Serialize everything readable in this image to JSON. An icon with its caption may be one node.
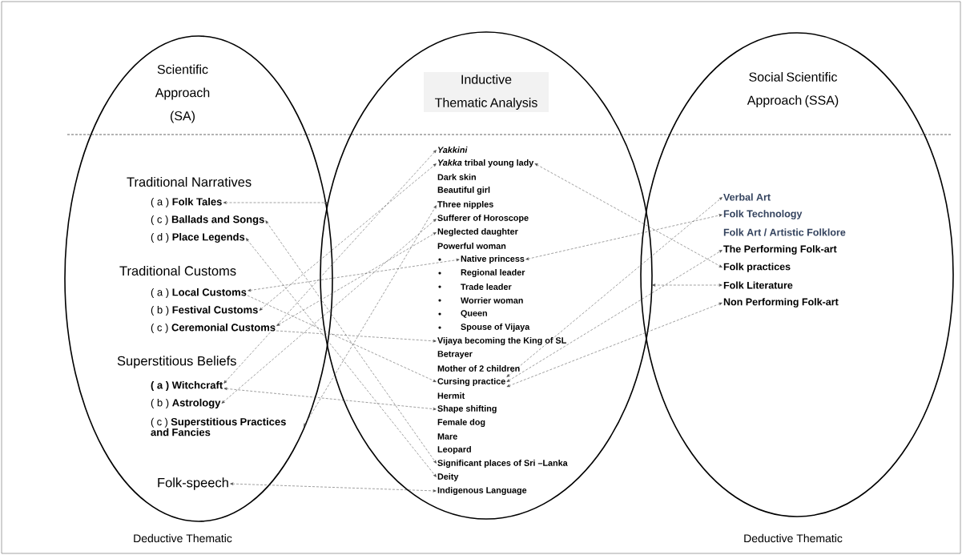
{
  "diagram": {
    "nodes": [
      {
        "text": [
          "Scientific Approach (SA)"
        ],
        "beside": [
          "Deductive Thematic"
        ]
      },
      {
        "text": [
          "Inductive Thematic Analysis"
        ]
      },
      {
        "text": [
          "Social Scientific Approach (SSA)"
        ],
        "beside": [
          "Deductive Thematic"
        ]
      },
      {
        "text": [
          "( a ) **Folk Tales**"
        ],
        "in": 0
      },
      {
        "text": [
          "( c ) **Ballads and Songs**"
        ],
        "in": 0
      },
      {
        "text": [
          "( d ) **Place Legends**"
        ],
        "in": 0
      },
      {
        "text": [
          "( a ) **Local Customs**"
        ],
        "in": 0
      },
      {
        "text": [
          "( b ) **Festival Customs**"
        ],
        "in": 0
      },
      {
        "text": [
          "( c ) **Ceremonial Customs**"
        ],
        "in": 0
      },
      {
        "text": [
          "( a ) Witchcraft"
        ],
        "in": 0
      },
      {
        "text": [
          "( b ) **Astrology**"
        ],
        "in": 0
      },
      {
        "text": [
          "( c ) **Superstitious Practices and Fancies**"
        ],
        "in": 0
      },
      {
        "text": [
          "Folk-speech"
        ],
        "in": 0
      },
      {
        "text": [
          "Yakkini"
        ],
        "in": 1
      },
      {
        "text": [
          "*Yakka* tribal young lady"
        ],
        "in": 1
      },
      {
        "text": [
          "Three nipples"
        ],
        "in": 1
      },
      {
        "text": [
          "Sufferer of Horoscope"
        ],
        "in": 1
      },
      {
        "text": [
          "Neglected daughter"
        ],
        "in": 1
      },
      {
        "text": [
          "Native princess"
        ],
        "in": 1
      },
      {
        "text": [
          "Vijaya becoming the King of SL"
        ],
        "in": 1
      },
      {
        "text": [
          "Cursing practice"
        ],
        "in": 1
      },
      {
        "text": [
          "Shape shifting"
        ],
        "in": 1
      },
      {
        "text": [
          "Significant places of Sri –Lanka"
        ],
        "in": 1
      },
      {
        "text": [
          "Deity"
        ],
        "in": 1
      },
      {
        "text": [
          "Indigenous Language"
        ],
        "in": 1
      },
      {
        "text": [
          "Verbal Art"
        ],
        "in": 2
      },
      {
        "text": [
          "Folk Technology"
        ],
        "in": 2
      },
      {
        "text": [
          "The Performing Folk-art"
        ],
        "in": 2
      },
      {
        "text": [
          "Folk practices"
        ],
        "in": 2
      },
      {
        "text": [
          "Folk Literature"
        ],
        "in": 2
      },
      {
        "text": [
          "Non Performing Folk-art"
        ],
        "in": 2
      }
    ],
    "edges": [
      {
        "from": 3,
        "to": 1,
        "arrow": "both"
      },
      {
        "from": 4,
        "to": 22,
        "arrow": "both"
      },
      {
        "from": 5,
        "to": 23,
        "arrow": "both"
      },
      {
        "from": 6,
        "to": 18,
        "arrow": "both"
      },
      {
        "from": 6,
        "to": 20,
        "arrow": "to"
      },
      {
        "from": 7,
        "to": 14,
        "arrow": "both"
      },
      {
        "from": 8,
        "to": 17,
        "arrow": "both"
      },
      {
        "from": 8,
        "to": 19,
        "arrow": "to"
      },
      {
        "from": 9,
        "to": 13,
        "arrow": "both"
      },
      {
        "from": 9,
        "to": 21,
        "arrow": "both"
      },
      {
        "from": 10,
        "to": 16,
        "arrow": "both"
      },
      {
        "from": 11,
        "to": 15,
        "arrow": "both"
      },
      {
        "from": 12,
        "to": 24,
        "arrow": "both"
      },
      {
        "from": 14,
        "to": 28,
        "arrow": "both"
      },
      {
        "from": 18,
        "to": 26,
        "arrow": "both"
      },
      {
        "from": 20,
        "to": 25,
        "arrow": "both"
      },
      {
        "from": 20,
        "to": 27,
        "arrow": "both"
      },
      {
        "from": 20,
        "to": 30,
        "arrow": "both"
      },
      {
        "from": 29,
        "to": 1,
        "arrow": "both"
      }
    ],
    "labels": [
      "Traditional Narratives",
      "Traditional Customs",
      "Superstitious Beliefs",
      "Dark skin",
      "Beautiful girl",
      "Powerful woman",
      "Regional leader",
      "Trade leader",
      "Worrier woman",
      "Queen",
      "Spouse of Vijaya",
      "Betrayer",
      "Mother of 2 children",
      "Hermit",
      "Female dog",
      "Mare",
      "Leopard",
      "Folk Art / Artistic Folklore"
    ]
  }
}
